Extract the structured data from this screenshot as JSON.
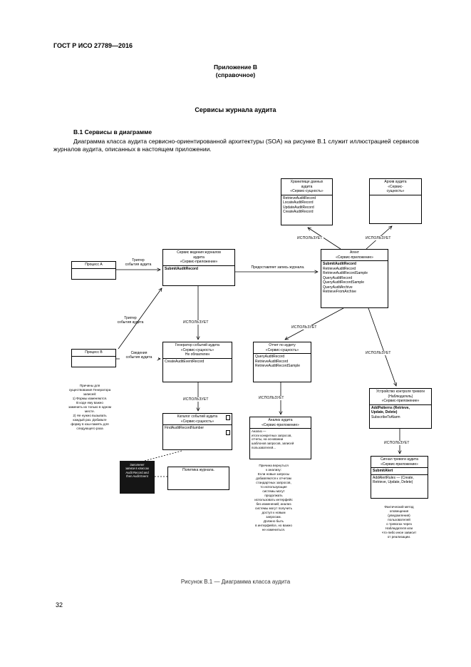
{
  "page": {
    "doc_header": "ГОСТ Р ИСО 27789—2016",
    "appendix_title": "Приложение В",
    "appendix_kind": "(справочное)",
    "section_title": "Сервисы журнала аудита",
    "subsection_title": "В.1 Сервисы в диаграмме",
    "paragraph": "Диаграмма класса аудита сервисно-ориентированной архитектуры (SOA) на рисунке В.1 служит иллюстрацией сервисов журналов аудита, описанных в настоящем приложении.",
    "figure_caption": "Рисунок В.1 — Диаграмма класса аудита",
    "page_number": "32"
  },
  "diagram": {
    "uses_label": "ИСПОЛЬЗУЕТ",
    "labels": {
      "trigger_a": "Триггер\nсобытия аудита",
      "trigger_b": "Триггер\nсобытия аудита",
      "provides": "Предоставляет запись журнала.",
      "event_details": "Сведения\nсобытия аудита"
    },
    "boxes": {
      "process_a": {
        "title": "Процесс А"
      },
      "process_b": {
        "title": "Процесс В"
      },
      "logging": {
        "title": "Сервис ведения журналов\nаудита\n«Сервис-приложение»",
        "methods": [
          "SubmitAuditRecord"
        ]
      },
      "repository": {
        "title": "Хранилище данных\nаудита\n«Сервис-сущность»",
        "methods": [
          "RetrieveAuditRecord",
          "LocateAuditRecord",
          "UpdateAuditRecord",
          "CreateAuditRecord"
        ]
      },
      "archive": {
        "title": "Архив аудита\n«Сервис-\nсущность»"
      },
      "agent": {
        "title": "Агент\n«Сервис-приложение»",
        "methods": [
          "SubmitAuditRecord",
          "RetrieveAuditRecord",
          "RetrieveAuditRecordSample",
          "QueryAuditRecord",
          "QueryAuditRecordSample",
          "QueryAuditArchive",
          "RetrieveFromArchive"
        ]
      },
      "generator": {
        "title": "Генератор событий аудита\n«Сервис-сущность»\nНе обязателен",
        "methods": [
          "CreateAuditEventRecord"
        ]
      },
      "catalog": {
        "title": "Каталог событий аудита\n«Сервис-сущность»",
        "methods": [
          "FindAuditRecordNumber"
        ]
      },
      "report": {
        "title": "Отчет по аудиту\n«Сервис-сущность»",
        "methods": [
          "QueryAuditRecord",
          "RetrieveAuditRecord",
          "RetrieveAuditRecordSample"
        ]
      },
      "analysis": {
        "title": "Анализ аудита\n«Сервис-приложение»",
        "body": "Анализ —\nитоги конкретных запросов,\nотчеты, на основании\nшаблонов запросов, записей\nпользователей..."
      },
      "monitor": {
        "title": "Устройство контроля тревоги\n(Наблюдатель)\n«Сервис-приложение»",
        "methods": [
          "AddPatterns (Retrieve,\nUpdate, Delete)",
          "SubscribeToAlarm"
        ]
      },
      "alert": {
        "title": "Сигнал тревоги аудита\n«Сервис-приложение»",
        "methods": [
          "SubmitAlert",
          "AddAlertRules — (Create,\nRetrieve, Update, Delete)"
        ]
      },
      "policy": {
        "title": "Политика журнала."
      }
    },
    "notes": {
      "generator_reasons": "Причины для\nсуществования Генератора\nзаписей:\n1) Формы изменяются.\nВ коде ему важно\nзаменить их только в одном\nместе.\n2) Не нужно вызывать\nкаждый раз. Добавьте\nформу в кэш-память для\nследующего раза",
      "fill_note": "Заполняет\nзаписи в классах\nAudit Record and\nthen Audit Event",
      "analysis_reason": "Причина вернуться\nк анализу:\nЕсли новые запросы\nдобавляются к отчетам\nстандартных запросов,\nто использующие\nсистемы могут\nпродолжать\nиспользовать интерфейс\nбез изменений; анализ\nсистемы могут получить\nдоступ к новым\nзапросам.\nДолжно быть\nв интерфейсе, но важно\nне измениться.",
      "alert_method": "Фактический метод\nоповещения\n(уведомления)\nпользователей\nо тревогах через\nНаблюдателя или\nчто-либо иное зависит\nот реализации."
    }
  }
}
